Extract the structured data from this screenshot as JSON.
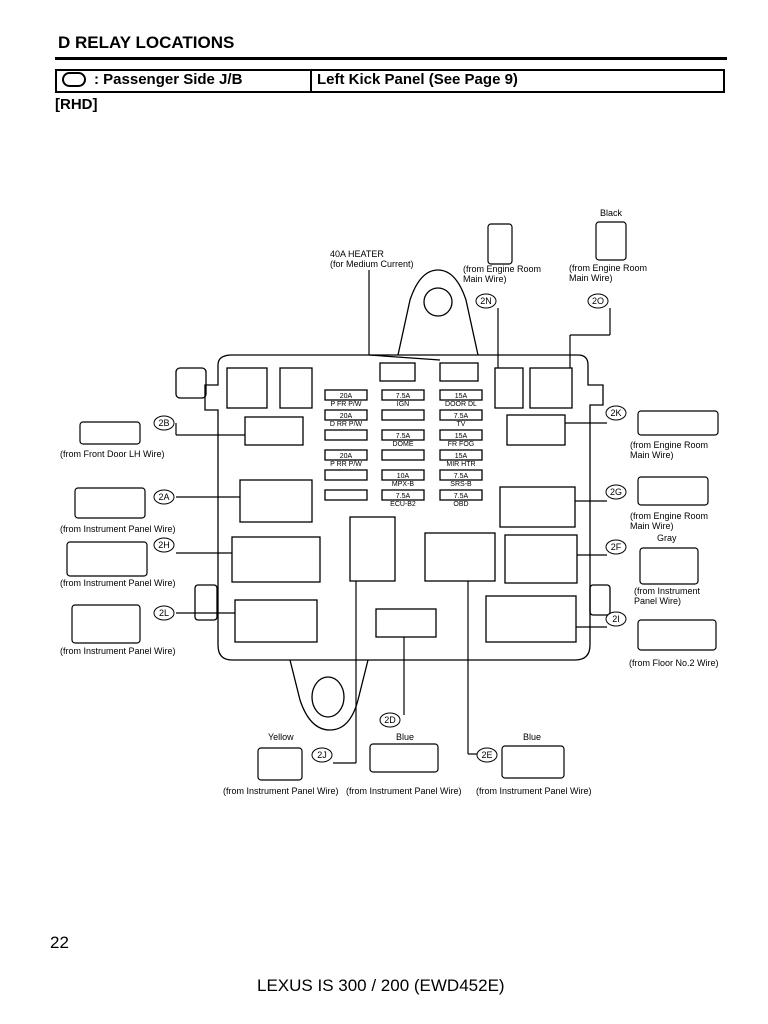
{
  "header": {
    "title": "D  RELAY LOCATIONS",
    "left_label": ": Passenger Side J/B",
    "right_label": "Left Kick Panel (See Page 9)",
    "variant": "[RHD]"
  },
  "diagram": {
    "top_notes": {
      "heater_line1": "40A HEATER",
      "heater_line2": "(for Medium Current)",
      "black": "Black",
      "eng_room_line1": "(from Engine Room",
      "eng_room_line2": "Main Wire)"
    },
    "fuses": [
      {
        "amp": "20A",
        "name": "P FR P/W"
      },
      {
        "amp": "7.5A",
        "name": "IGN"
      },
      {
        "amp": "15A",
        "name": "DOOR DL"
      },
      {
        "amp": "20A",
        "name": "D RR P/W"
      },
      {
        "amp": "7.5A",
        "name": "TV"
      },
      {
        "amp": "7.5A",
        "name": "DOME"
      },
      {
        "amp": "15A",
        "name": "FR FOG"
      },
      {
        "amp": "20A",
        "name": "P RR P/W"
      },
      {
        "amp": "15A",
        "name": "MIR HTR"
      },
      {
        "amp": "10A",
        "name": "MPX-B"
      },
      {
        "amp": "7.5A",
        "name": "SRS-B"
      },
      {
        "amp": "7.5A",
        "name": "ECU-B2"
      },
      {
        "amp": "7.5A",
        "name": "OBD"
      }
    ],
    "connectors": {
      "c2B": "2B",
      "c2A": "2A",
      "c2H": "2H",
      "c2L": "2L",
      "c2N": "2N",
      "c2O": "2O",
      "c2K": "2K",
      "c2G": "2G",
      "c2F": "2F",
      "c2I": "2I",
      "c2D": "2D",
      "c2J": "2J",
      "c2E": "2E"
    },
    "sources": {
      "front_door": "(from Front Door LH Wire)",
      "instrument": "(from Instrument Panel Wire)",
      "engine_room_l1": "(from Engine Room",
      "engine_room_l2": "Main Wire)",
      "instrument_l1": "(from Instrument",
      "instrument_l2": "Panel Wire)",
      "floor2": "(from Floor No.2 Wire)"
    },
    "colors": {
      "gray": "Gray",
      "yellow": "Yellow",
      "blue": "Blue"
    }
  },
  "footer": {
    "page_number": "22",
    "document": "LEXUS IS 300 / 200 (EWD452E)"
  }
}
